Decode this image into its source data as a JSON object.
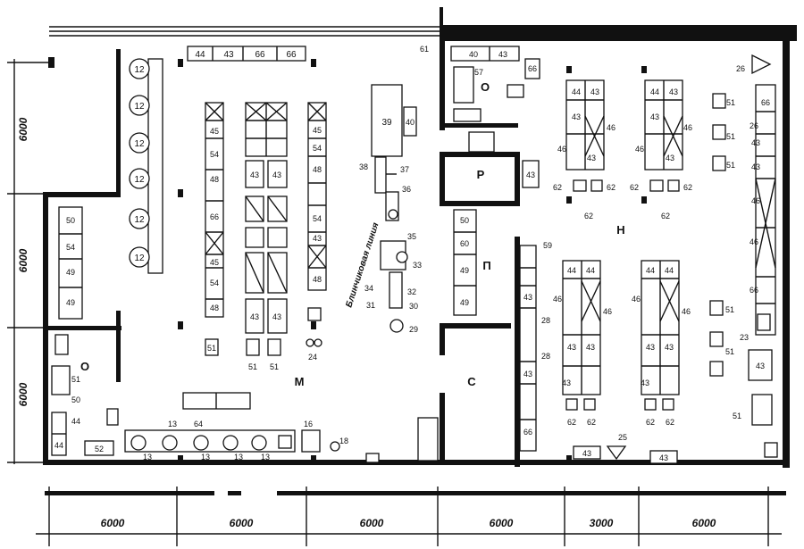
{
  "zones": {
    "O1": "О",
    "O2": "О",
    "P": "Р",
    "N": "Н",
    "Pi": "П",
    "M": "М",
    "S": "С"
  },
  "line_caption": "Блинчиковая линия",
  "dims": {
    "bottom": [
      "6000",
      "6000",
      "6000",
      "6000",
      "3000",
      "6000"
    ],
    "left": [
      "6000",
      "6000",
      "6000"
    ]
  },
  "labels": {
    "n12": "12",
    "n44": "44",
    "n43": "43",
    "n66": "66",
    "n45": "45",
    "n54": "54",
    "n48": "48",
    "n49": "49",
    "n50": "50",
    "n51": "51",
    "n46": "46",
    "n62": "62",
    "n39": "39",
    "n40": "40",
    "n38": "38",
    "n37": "37",
    "n36": "36",
    "n35": "35",
    "n33": "33",
    "n34": "34",
    "n32": "32",
    "n31": "31",
    "n30": "30",
    "n29": "29",
    "n24": "24",
    "n13": "13",
    "n64": "64",
    "n16": "16",
    "n18": "18",
    "n52": "52",
    "n61": "61",
    "n57": "57",
    "n59": "59",
    "n28": "28",
    "n25": "25",
    "n26": "26",
    "n23": "23",
    "n60": "60"
  }
}
